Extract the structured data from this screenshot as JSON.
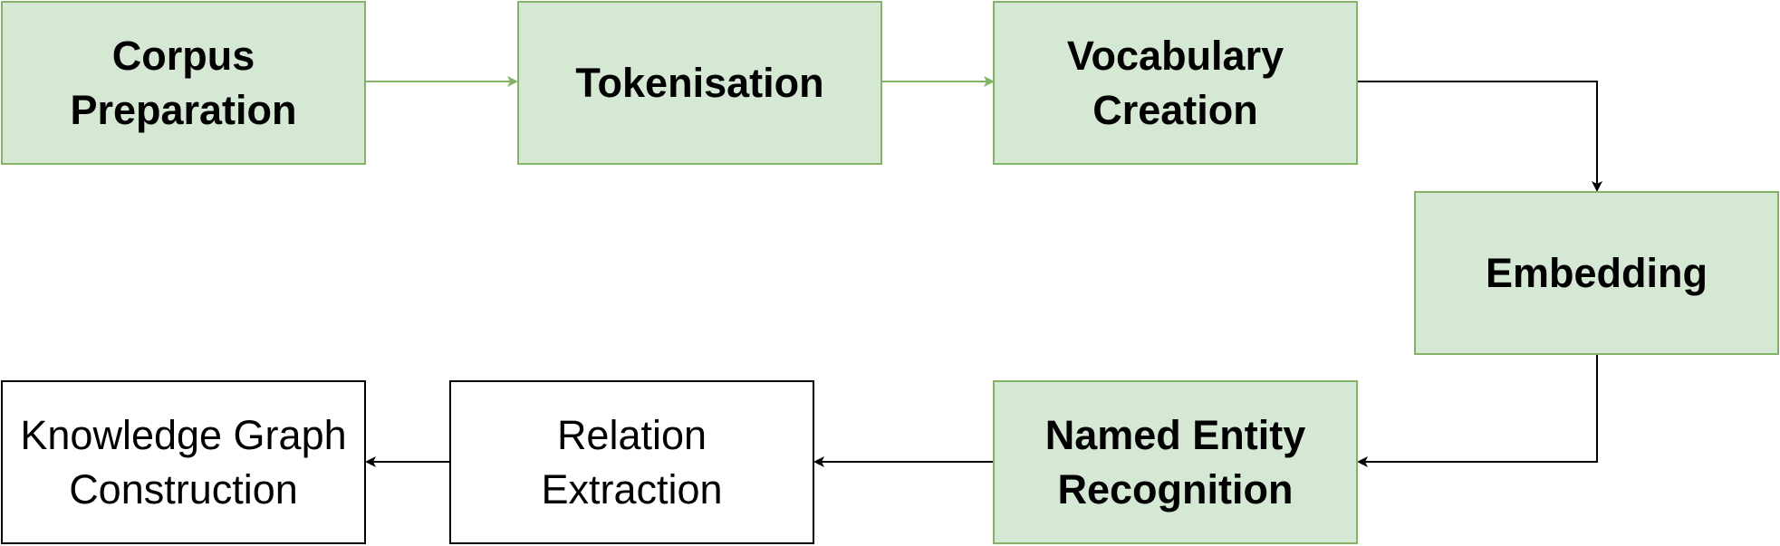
{
  "diagram": {
    "colors": {
      "highlight_fill": "#d5e8d4",
      "highlight_stroke": "#82b366",
      "plain_fill": "#ffffff",
      "plain_stroke": "#000000",
      "arrow_green": "#82b366",
      "arrow_black": "#000000"
    },
    "nodes": [
      {
        "id": "corpus-preparation",
        "label": "Corpus\nPreparation",
        "style": "highlighted"
      },
      {
        "id": "tokenisation",
        "label": "Tokenisation",
        "style": "highlighted"
      },
      {
        "id": "vocabulary-creation",
        "label": "Vocabulary\nCreation",
        "style": "highlighted"
      },
      {
        "id": "embedding",
        "label": "Embedding",
        "style": "highlighted"
      },
      {
        "id": "named-entity-recognition",
        "label": "Named Entity\nRecognition",
        "style": "highlighted"
      },
      {
        "id": "relation-extraction",
        "label": "Relation\nExtraction",
        "style": "plain"
      },
      {
        "id": "knowledge-graph-construction",
        "label": "Knowledge Graph\nConstruction",
        "style": "plain"
      }
    ],
    "edges": [
      {
        "from": "corpus-preparation",
        "to": "tokenisation",
        "color": "green"
      },
      {
        "from": "tokenisation",
        "to": "vocabulary-creation",
        "color": "green"
      },
      {
        "from": "vocabulary-creation",
        "to": "embedding",
        "color": "black"
      },
      {
        "from": "embedding",
        "to": "named-entity-recognition",
        "color": "black"
      },
      {
        "from": "named-entity-recognition",
        "to": "relation-extraction",
        "color": "black"
      },
      {
        "from": "relation-extraction",
        "to": "knowledge-graph-construction",
        "color": "black"
      }
    ]
  }
}
